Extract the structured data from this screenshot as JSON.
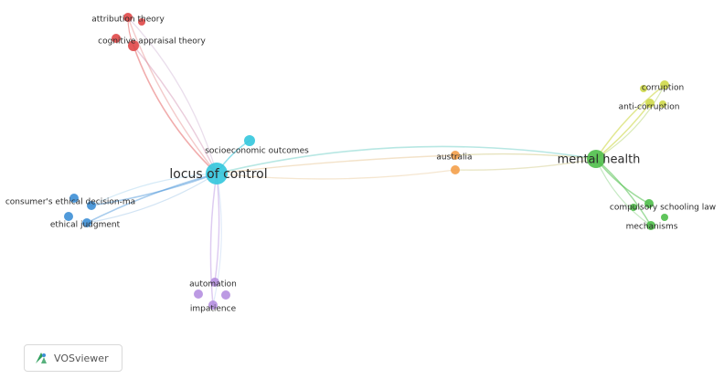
{
  "network": {
    "nodes": [
      {
        "id": "locus",
        "label": "locus of control",
        "cluster": "cyan"
      },
      {
        "id": "socio",
        "label": "socioeconomic outcomes",
        "cluster": "cyan"
      },
      {
        "id": "mental",
        "label": "mental health",
        "cluster": "green"
      },
      {
        "id": "australia",
        "label": "australia",
        "cluster": "orange"
      },
      {
        "id": "attribution",
        "label": "attribution theory",
        "cluster": "red"
      },
      {
        "id": "cognitive",
        "label": "cognitive appraisal theory",
        "cluster": "red"
      },
      {
        "id": "consumer",
        "label": "consumer's ethical decision-ma",
        "cluster": "blue"
      },
      {
        "id": "ethical",
        "label": "ethical judgment",
        "cluster": "blue"
      },
      {
        "id": "automation",
        "label": "automation",
        "cluster": "purple"
      },
      {
        "id": "impatience",
        "label": "impatience",
        "cluster": "purple"
      },
      {
        "id": "corruption",
        "label": "corruption",
        "cluster": "yellow"
      },
      {
        "id": "anticorruption",
        "label": "anti-corruption",
        "cluster": "yellow"
      },
      {
        "id": "compulsory",
        "label": "compulsory schooling law",
        "cluster": "green"
      },
      {
        "id": "mechanisms",
        "label": "mechanisms",
        "cluster": "green"
      }
    ],
    "cluster_colors": {
      "cyan": "#33c6dd",
      "green": "#4fbf4a",
      "orange": "#f4a04a",
      "red": "#e04848",
      "blue": "#3d8fd6",
      "purple": "#b58fe0",
      "yellow": "#cfd94a"
    }
  },
  "logo": {
    "text": "VOSviewer",
    "icon": "vosviewer-logo-icon"
  }
}
